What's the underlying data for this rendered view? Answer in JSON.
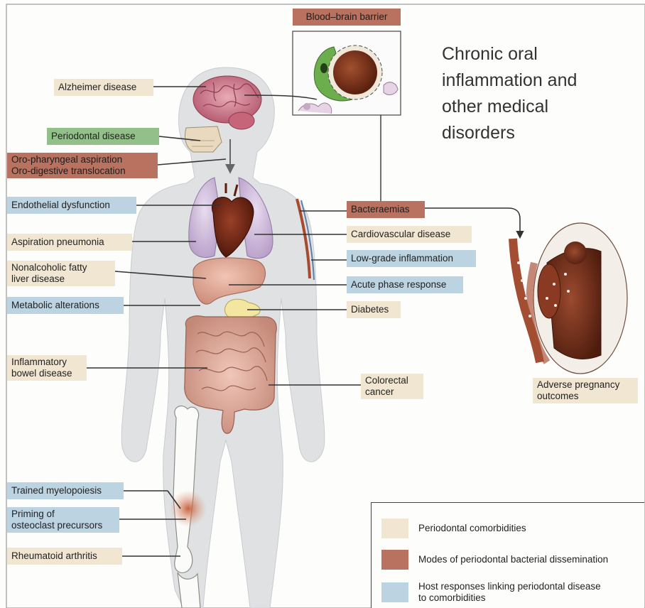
{
  "title": "Chronic oral\ninflammation and\nother medical\ndisorders",
  "labels": {
    "alzheimer": "Alzheimer disease",
    "periodontal": "Periodontal disease",
    "oro_line1": "Oro-pharyngeal aspiration",
    "oro_line2": "Oro-digestive translocation",
    "endothelial": "Endothelial dysfunction",
    "aspiration": "Aspiration pneumonia",
    "nafld_line1": "Nonalcoholic fatty",
    "nafld_line2": "liver disease",
    "metabolic": "Metabolic alterations",
    "ibd_line1": "Inflammatory",
    "ibd_line2": "bowel disease",
    "trained": "Trained myelopoiesis",
    "priming_line1": "Priming of",
    "priming_line2": "osteoclast precursors",
    "rheumatoid": "Rheumatoid arthritis",
    "bbb": "Blood–brain barrier",
    "bacteraemias": "Bacteraemias",
    "cardio": "Cardiovascular disease",
    "lowgrade": "Low-grade inflammation",
    "acute": "Acute phase response",
    "diabetes": "Diabetes",
    "colorectal_line1": "Colorectal",
    "colorectal_line2": "cancer",
    "pregnancy_line1": "Adverse pregnancy",
    "pregnancy_line2": "outcomes"
  },
  "legend": {
    "comorbidities": "Periodontal comorbidities",
    "dissemination": "Modes of periodontal bacterial dissemination",
    "host_line1": "Host responses linking periodontal disease",
    "host_line2": "to comorbidities"
  },
  "colors": {
    "cream": "#f1e6d2",
    "rust": "#b9725f",
    "blue": "#bcd3e2",
    "green": "#93c089",
    "body": "#dfe1e3"
  }
}
